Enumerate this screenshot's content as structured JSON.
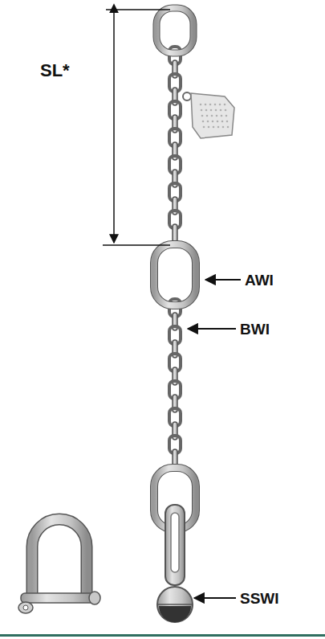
{
  "diagram": {
    "labels": [
      "SL*",
      "AWI",
      "BWI",
      "SSWI"
    ]
  }
}
